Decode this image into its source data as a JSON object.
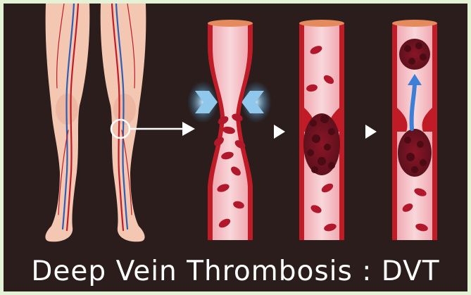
{
  "caption": "Deep Vein Thrombosis : DVT",
  "colors": {
    "background": "#2a1d1b",
    "border": "#e4f3d6",
    "skin": "#f3c7b2",
    "vessel_wall": "#c01c28",
    "vessel_lumen": "#f4c3c8",
    "blood_cell": "#b2182b",
    "clot": "#6d0f1c",
    "vein": "#2f5fb3",
    "arrow_blue": "#3d7fd6",
    "compression_glow": "#9fd8f8"
  },
  "icons": {
    "compression": "compression-arrows",
    "flow": "upward-arrow",
    "progression": "play-arrow"
  }
}
